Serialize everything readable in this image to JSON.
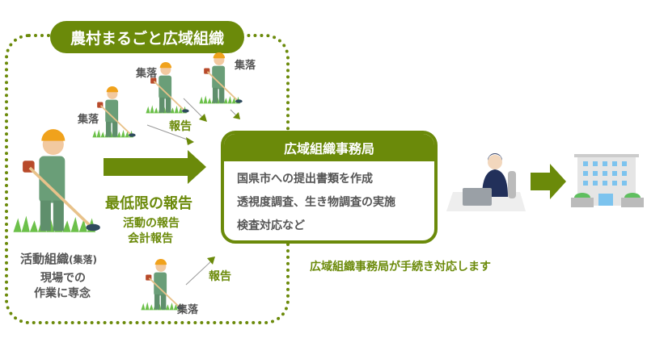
{
  "group_title": "農村まるごと広域組織",
  "settlement_label": "集落",
  "report_label": "報告",
  "minimum_report": {
    "title": "最低限の報告",
    "items": [
      "活動の報告",
      "会計報告"
    ]
  },
  "activity_org": {
    "title": "活動組織",
    "suffix": "(集落)",
    "lines": [
      "現場での",
      "作業に専念"
    ]
  },
  "office": {
    "title": "広域組織事務局",
    "items": [
      "国県市への提出書類を作成",
      "透視度調査、生き物調査の実施",
      "検査対応など"
    ]
  },
  "office_note": "広域組織事務局が手続き対応します",
  "colors": {
    "accent": "#6b8a0a",
    "text": "#555555"
  }
}
